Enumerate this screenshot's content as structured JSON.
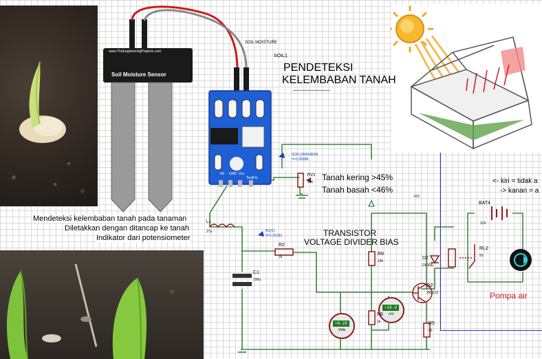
{
  "title": {
    "line1": "PENDETEKSI",
    "line2": "KELEMBABAN TANAH",
    "underline": "------------------"
  },
  "description": {
    "line1": "Mendeteksi kelembaban tanah pada tanaman",
    "line2": "Diletakkan dengan ditancap ke tanah",
    "line3": "Indikator dari potensiometer"
  },
  "sensor": {
    "label_top": "SOIL MOISTURE",
    "ref": "SOIL1",
    "brand": "www.TheEngineeringProjects.com",
    "name": "Soil Moisture Sensor",
    "pin_labels": [
      "A0",
      "GND",
      "Vcc",
      "TestPin"
    ],
    "probe_readout_1": "SOIL1(RA0/AN0)",
    "probe_readout_2": "V=1.89998"
  },
  "thresholds": {
    "dry": "Tanah kering >45%",
    "wet": "Tanah basah <46%"
  },
  "circuit": {
    "heading_1": "TRANSISTOR",
    "heading_2": "VOLTAGE DIVIDER BIAS",
    "supply": "+5V",
    "components": {
      "L1": {
        "ref": "L1",
        "value": "27u"
      },
      "RV1": {
        "ref": "RV1",
        "value": "10k"
      },
      "C1": {
        "ref": "C1",
        "value": "100u"
      },
      "R2": {
        "ref": "R2",
        "value": "2k"
      },
      "R9": {
        "ref": "R9",
        "value": "10k"
      },
      "R6": {
        "ref": "R6",
        "value": "1k"
      },
      "R5": {
        "ref": "R5",
        "value": "50"
      },
      "Q2": {
        "ref": "Q2",
        "value": "2N2222"
      },
      "D2": {
        "ref": "D2",
        "value": "DIODE"
      },
      "BAT4": {
        "ref": "BAT4",
        "value": "12V"
      },
      "RL2": {
        "ref": "RL2",
        "value": "5V"
      }
    },
    "probe_q1": "RQ(1)",
    "probe_q1_value": "V=1.25181",
    "meters": {
      "volts_value": "+0.25",
      "volts_unit": "Volts",
      "mv_value": "+10.0",
      "mv_unit": "mV"
    },
    "pump_label": "Pompa air"
  },
  "note": {
    "line1": "<- kiri = tidak a",
    "line2": "-> kanan = a"
  },
  "colors": {
    "wire": "#1a6b1a",
    "component": "#8b1a1a",
    "label_blue": "#1a3fb4",
    "module_blue": "#1e5fd6",
    "pump_red": "#cc2020",
    "sheet_border": "#2b2bd6"
  }
}
